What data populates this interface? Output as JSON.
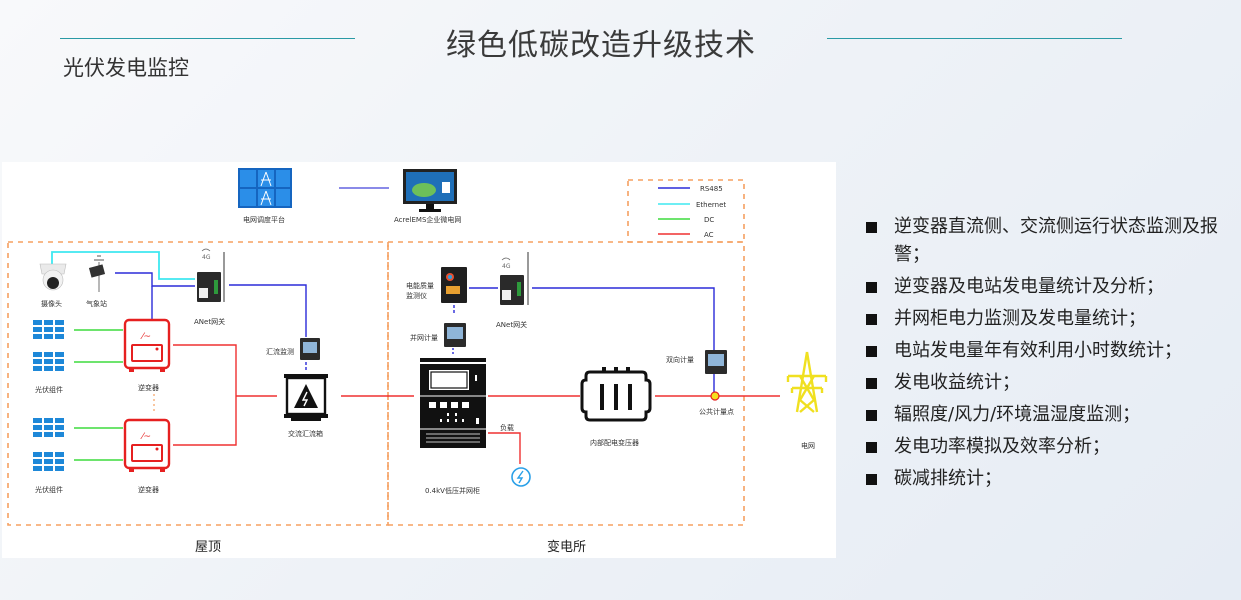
{
  "header": {
    "title": "绿色低碳改造升级技术",
    "subtitle": "光伏发电监控",
    "accent_line_color": "#2a9aa5"
  },
  "diagram": {
    "legend": [
      {
        "label": "RS485",
        "color": "#2b2bd9"
      },
      {
        "label": "Ethernet",
        "color": "#3ee8f0"
      },
      {
        "label": "DC",
        "color": "#3ddc3d"
      },
      {
        "label": "AC",
        "color": "#ef3030"
      }
    ],
    "top": {
      "dispatch_platform": "电网调度平台",
      "ems": "AcrelEMS企业微电网"
    },
    "roof": {
      "camera": "摄像头",
      "weather_station": "气象站",
      "gateway": "ANet网关",
      "gateway_signal": "4G",
      "pv_module_1": "光伏组件",
      "pv_module_2": "光伏组件",
      "inverter_1": "逆变器",
      "inverter_2": "逆变器",
      "combiner_monitor": "汇流监测",
      "ac_combiner_box": "交流汇流箱"
    },
    "substation": {
      "power_quality_monitor_line1": "电能质量",
      "power_quality_monitor_line2": "监测仪",
      "gateway": "ANet网关",
      "gateway_signal": "4G",
      "grid_meter": "并网计量",
      "load": "负载",
      "lv_cabinet": "0.4kV低压并网柜",
      "transformer": "内部配电变压器",
      "bidirectional_meter": "双向计量",
      "pcc": "公共计量点"
    },
    "grid": "电网",
    "zones": {
      "roof": "屋顶",
      "substation": "变电所"
    }
  },
  "features": [
    "逆变器直流侧、交流侧运行状态监测及报警；",
    "逆变器及电站发电量统计及分析；",
    "并网柜电力监测及发电量统计；",
    "电站发电量年有效利用小时数统计；",
    "发电收益统计；",
    "辐照度/风力/环境温湿度监测；",
    "发电功率模拟及效率分析；",
    "碳减排统计；"
  ]
}
